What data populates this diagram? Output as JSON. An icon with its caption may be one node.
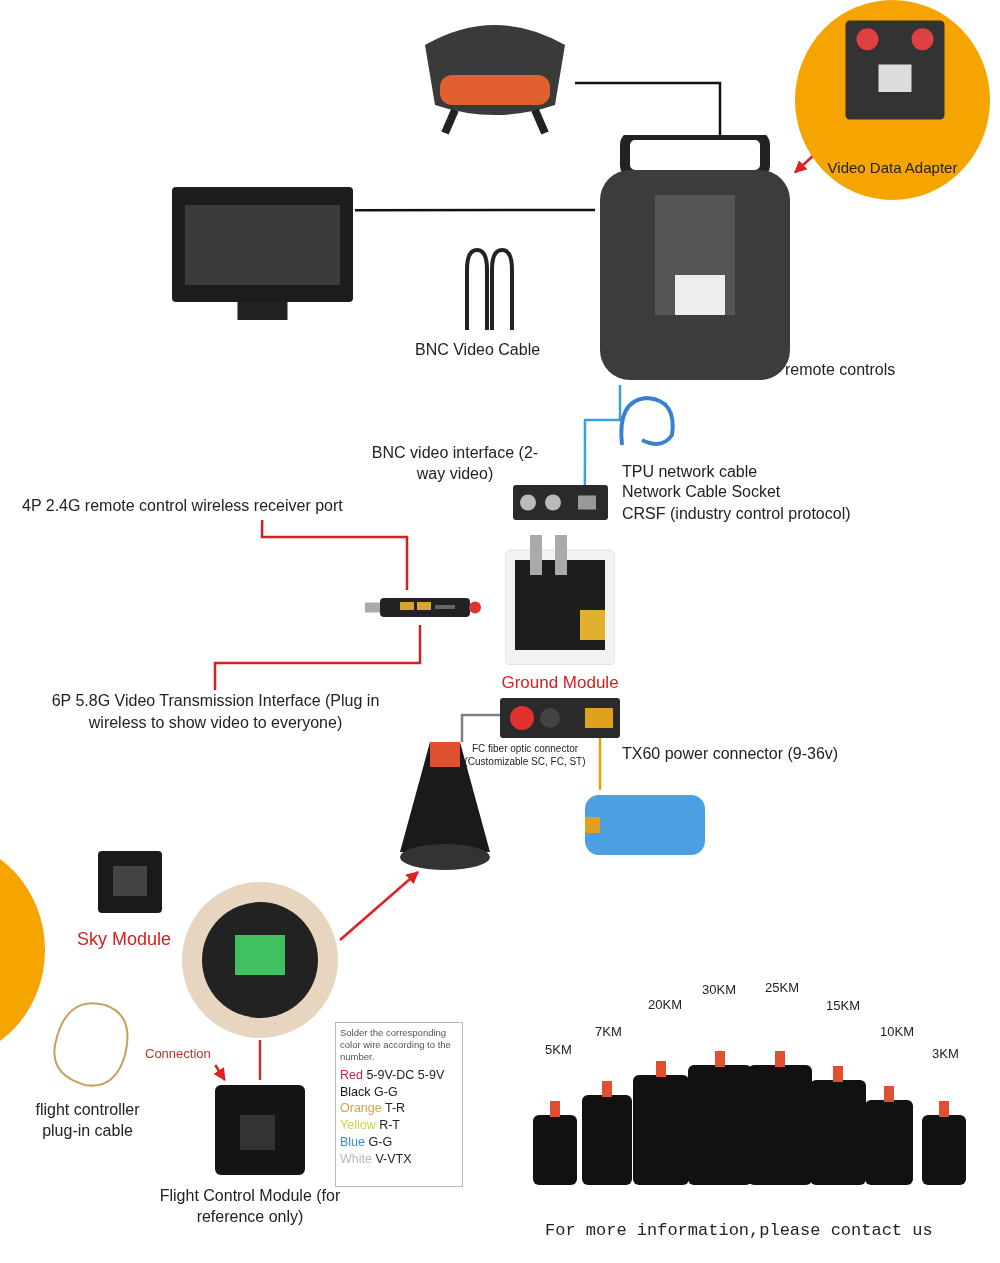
{
  "diagram": {
    "nodes": [
      {
        "text": [],
        "shape": "picture"
      },
      {
        "text": [
          "Video Data Adapter"
        ]
      },
      {
        "text": [],
        "shape": "picture"
      },
      {
        "text": [],
        "shape": "picture",
        "beside": [
          "remote controls"
        ]
      },
      {
        "text": [],
        "shape": "picture",
        "beside": [
          "BNC video interface (2-way video)"
        ]
      },
      {
        "text": [
          "4P 2.4G remote control wireless receiver port"
        ]
      },
      {
        "text": [],
        "shape": "picture"
      },
      {
        "text": [
          "6P 5.8G Video Transmission Interface (Plug in wireless to show video to everyone)"
        ]
      },
      {
        "text": [],
        "shape": "picture",
        "beside": [
          "Ground Module"
        ]
      },
      {
        "text": [],
        "shape": "picture",
        "beside": [
          "FC fiber optic connector (Customizable SC, FC, ST)"
        ]
      },
      {
        "text": [],
        "shape": "picture"
      },
      {
        "text": [],
        "shape": "picture"
      },
      {
        "text": [],
        "shape": "picture"
      },
      {
        "text": [
          "Connection"
        ]
      },
      {
        "text": [],
        "shape": "picture"
      },
      {
        "text": [
          "Solder the corresponding color wire according to the number.",
          "Red 5-9V-DC 5-9V",
          "Black G-G",
          "Orange T-R",
          "Yellow R-T",
          "Blue G-G",
          "White V-VTX"
        ]
      },
      {
        "text": [],
        "shape": "circle"
      }
    ],
    "edges": [
      {
        "from": 0,
        "to": 3,
        "arrow": "none",
        "color": "#111111"
      },
      {
        "from": 2,
        "to": 3,
        "arrow": "none",
        "color": "#111111"
      },
      {
        "from": 1,
        "to": 3,
        "arrow": "to",
        "color": "#e02020"
      },
      {
        "from": 3,
        "to": 4,
        "arrow": "none",
        "color": "#3aa0e0"
      },
      {
        "from": 5,
        "to": 6,
        "arrow": "none",
        "color": "#d42020"
      },
      {
        "from": 7,
        "to": 6,
        "arrow": "none",
        "color": "#d42020"
      },
      {
        "from": 9,
        "to": 10,
        "arrow": "none",
        "color": "#808080"
      },
      {
        "from": 9,
        "to": 11,
        "arrow": "none",
        "color": "#f0a000"
      },
      {
        "from": 12,
        "to": 10,
        "arrow": "to",
        "color": "#e02020"
      },
      {
        "from": 12,
        "to": 14,
        "arrow": "none",
        "color": "#c03030"
      },
      {
        "from": 13,
        "to": 14,
        "arrow": "to",
        "color": "#e02020"
      }
    ],
    "labels": [
      "BNC Video Cable",
      "TPU network cable",
      "Network Cable Socket",
      "CRSF (industry control protocol)",
      "TX60 power connector (9-36v)",
      "Sky Module",
      "flight controller plug-in cable",
      "Flight Control Module (for reference only)",
      "5KM",
      "7KM",
      "20KM",
      "30KM",
      "25KM",
      "15KM",
      "10KM",
      "3KM",
      "For more information,please contact us"
    ]
  }
}
